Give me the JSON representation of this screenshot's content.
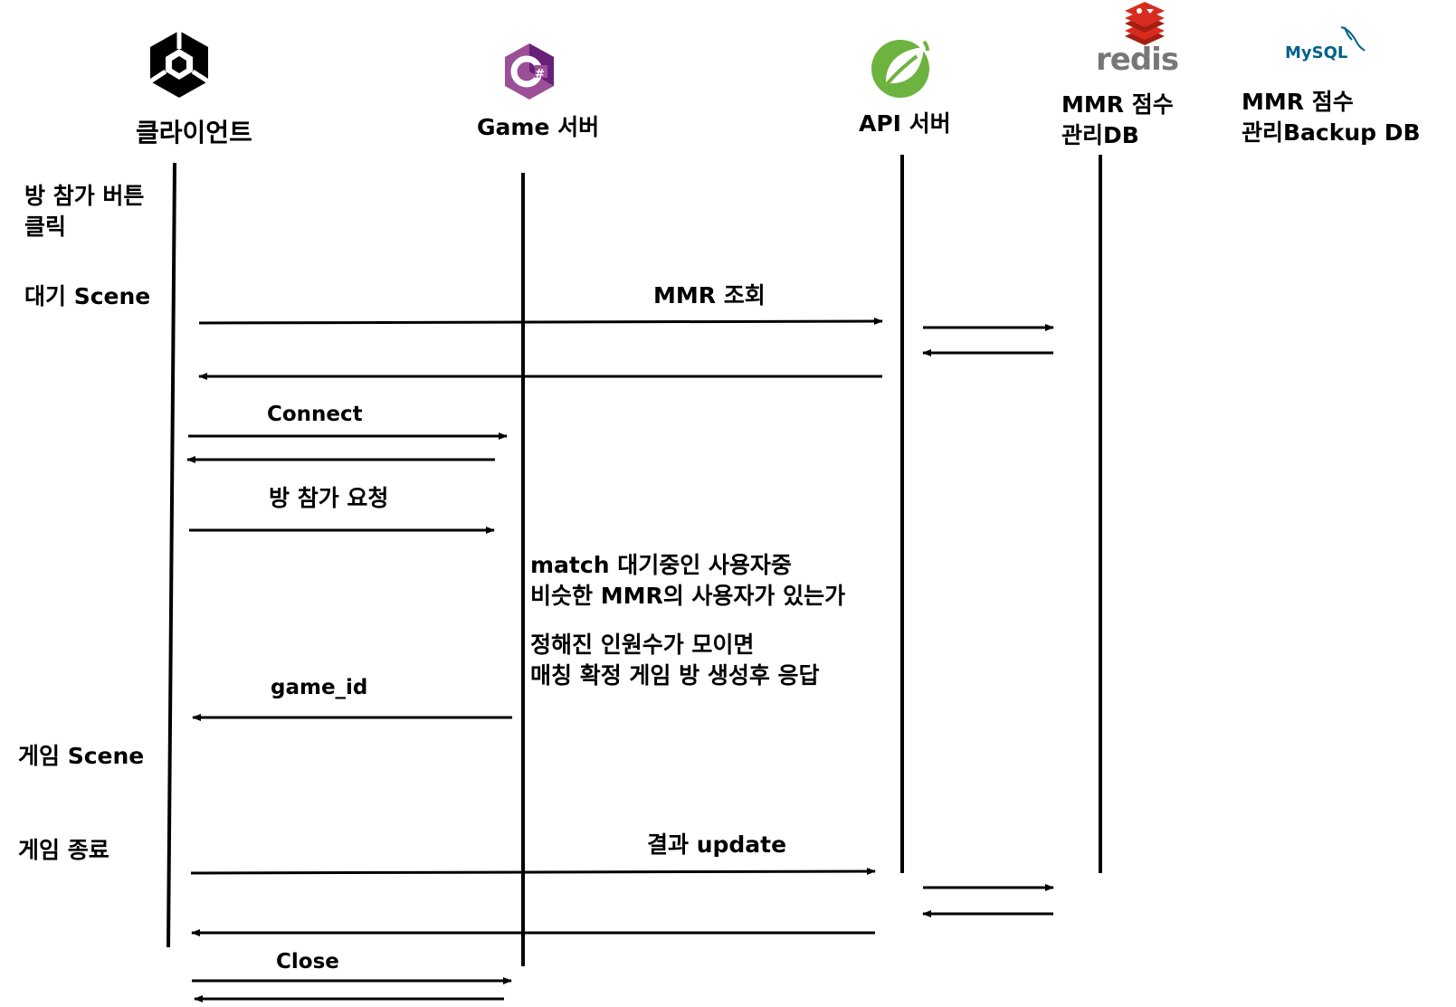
{
  "participants": {
    "client": {
      "label": "클라이언트",
      "icon": "unity-logo-icon"
    },
    "game": {
      "label": "Game 서버",
      "icon": "csharp-logo-icon"
    },
    "api": {
      "label": "API 서버",
      "icon": "spring-leaf-icon"
    },
    "redis": {
      "label_line1": "MMR 점수",
      "label_line2": "관리DB",
      "icon": "redis-logo-icon",
      "logo_text": "redis"
    },
    "mysql": {
      "label_line1": "MMR 점수",
      "label_line2": "관리Backup DB",
      "icon": "mysql-logo-icon",
      "logo_text": "MySQL"
    }
  },
  "stages": {
    "join_click_line1": "방 참가 버튼",
    "join_click_line2": "클릭",
    "waiting_scene": "대기 Scene",
    "game_scene": "게임 Scene",
    "game_end": "게임 종료"
  },
  "messages": {
    "mmr_query": "MMR 조회",
    "connect": "Connect",
    "join_request": "방 참가 요청",
    "game_id": "game_id",
    "result_update": "결과 update",
    "close": "Close"
  },
  "notes": {
    "match_line1": "match 대기중인 사용자중",
    "match_line2": "비슷한 MMR의 사용자가 있는가",
    "confirm_line1": "정해진 인원수가 모이면",
    "confirm_line2": "매칭 확정  게임 방 생성후 응답"
  },
  "colors": {
    "line": "#000000",
    "csharp": "#9b4f96",
    "spring": "#6db33f",
    "redis": "#d82c20",
    "mysql_blue": "#00618a",
    "mysql_orange": "#e48e00"
  }
}
